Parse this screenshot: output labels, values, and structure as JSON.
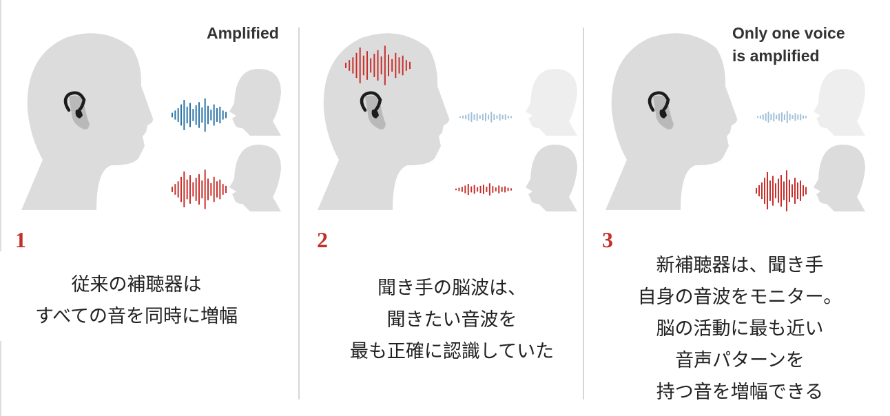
{
  "colors": {
    "blue": "#2a74a8",
    "red": "#c8302c",
    "faint_blue": "#9fc0d8",
    "head": "#dcdcdc",
    "head_faded": "#eeeeee",
    "number": "#c42f27"
  },
  "panels": [
    {
      "number": "1",
      "label_lines": [
        "Amplified"
      ],
      "caption_lines": [
        "従来の補聴器は",
        "すべての音を同時に増幅"
      ]
    },
    {
      "number": "2",
      "label_lines": [],
      "caption_lines": [
        "聞き手の脳波は、",
        "聞きたい音波を",
        "最も正確に認識していた"
      ]
    },
    {
      "number": "3",
      "label_lines": [
        "Only one voice",
        "is amplified"
      ],
      "caption_lines": [
        "新補聴器は、聞き手",
        "自身の音波をモニター。",
        "脳の活動に最も近い",
        "音声パターンを",
        "持つ音を増幅できる"
      ]
    }
  ]
}
